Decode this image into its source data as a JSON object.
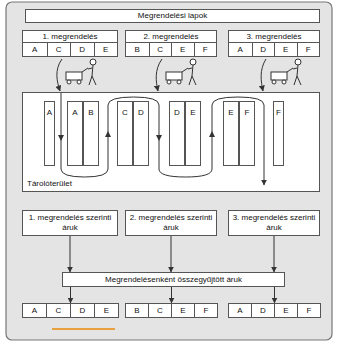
{
  "diagram": {
    "nodes": [
      {
        "text": [
          "Megrendelési lapok"
        ]
      },
      {
        "text": [
          "1. megrendelés"
        ]
      },
      {
        "text": [
          "A"
        ],
        "in": 1
      },
      {
        "text": [
          "C"
        ],
        "in": 1
      },
      {
        "text": [
          "D"
        ],
        "in": 1
      },
      {
        "text": [
          "E"
        ],
        "in": 1
      },
      {
        "text": [
          "2. megrendelés"
        ]
      },
      {
        "text": [
          "B"
        ],
        "in": 6
      },
      {
        "text": [
          "C"
        ],
        "in": 6
      },
      {
        "text": [
          "E"
        ],
        "in": 6
      },
      {
        "text": [
          "F"
        ],
        "in": 6
      },
      {
        "text": [
          "3. megrendelés"
        ]
      },
      {
        "text": [
          "A"
        ],
        "in": 11
      },
      {
        "text": [
          "D"
        ],
        "in": 11
      },
      {
        "text": [
          "E"
        ],
        "in": 11
      },
      {
        "text": [
          "F"
        ],
        "in": 11
      },
      {
        "text": [
          "Tárolóterület"
        ]
      },
      {
        "text": [
          "A"
        ],
        "in": 16
      },
      {
        "text": [
          "A"
        ],
        "in": 16
      },
      {
        "text": [
          "B"
        ],
        "in": 16
      },
      {
        "text": [
          "C"
        ],
        "in": 16
      },
      {
        "text": [
          "D"
        ],
        "in": 16
      },
      {
        "text": [
          "D"
        ],
        "in": 16
      },
      {
        "text": [
          "E"
        ],
        "in": 16
      },
      {
        "text": [
          "E"
        ],
        "in": 16
      },
      {
        "text": [
          "F"
        ],
        "in": 16
      },
      {
        "text": [
          "F"
        ],
        "in": 16
      },
      {
        "text": [
          "1. megrendelés szerinti áruk"
        ]
      },
      {
        "text": [
          "2. megrendelés szerinti áruk"
        ]
      },
      {
        "text": [
          "3. megrendelés szerinti áruk"
        ]
      },
      {
        "text": [
          "Megrendelésenként összegyűjtött áruk"
        ]
      },
      {
        "text": [
          "A"
        ]
      },
      {
        "text": [
          "C"
        ]
      },
      {
        "text": [
          "D"
        ]
      },
      {
        "text": [
          "E"
        ]
      },
      {
        "text": [
          "B"
        ]
      },
      {
        "text": [
          "C"
        ]
      },
      {
        "text": [
          "E"
        ]
      },
      {
        "text": [
          "F"
        ]
      },
      {
        "text": [
          "A"
        ]
      },
      {
        "text": [
          "D"
        ]
      },
      {
        "text": [
          "E"
        ]
      },
      {
        "text": [
          "F"
        ]
      }
    ],
    "edges": [
      {
        "from": 27,
        "to": 30,
        "arrow": "to"
      },
      {
        "from": 28,
        "to": 30,
        "arrow": "to"
      },
      {
        "from": 29,
        "to": 30,
        "arrow": "to"
      },
      {
        "from": 30,
        "to": 32,
        "arrow": "to"
      },
      {
        "from": 30,
        "to": 36,
        "arrow": "to"
      },
      {
        "from": 30,
        "to": 40,
        "arrow": "to"
      }
    ]
  }
}
